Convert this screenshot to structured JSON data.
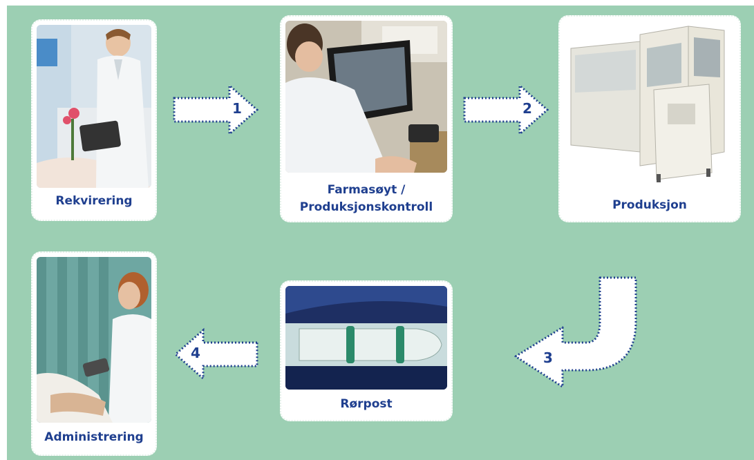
{
  "steps": [
    {
      "label": "Rekvirering"
    },
    {
      "label": "Farmasøyt / Produksjonskontroll",
      "line1": "Farmasøyt /",
      "line2": "Produksjonskontroll"
    },
    {
      "label": "Produksjon"
    },
    {
      "label": "Rørpost"
    },
    {
      "label": "Administrering"
    }
  ],
  "arrows": {
    "a1": "1",
    "a2": "2",
    "a3": "3",
    "a4": "4"
  },
  "colors": {
    "background": "#9ccfb3",
    "label": "#1f3f8f",
    "arrow_border": "#1f3f8f",
    "card": "#ffffff"
  }
}
